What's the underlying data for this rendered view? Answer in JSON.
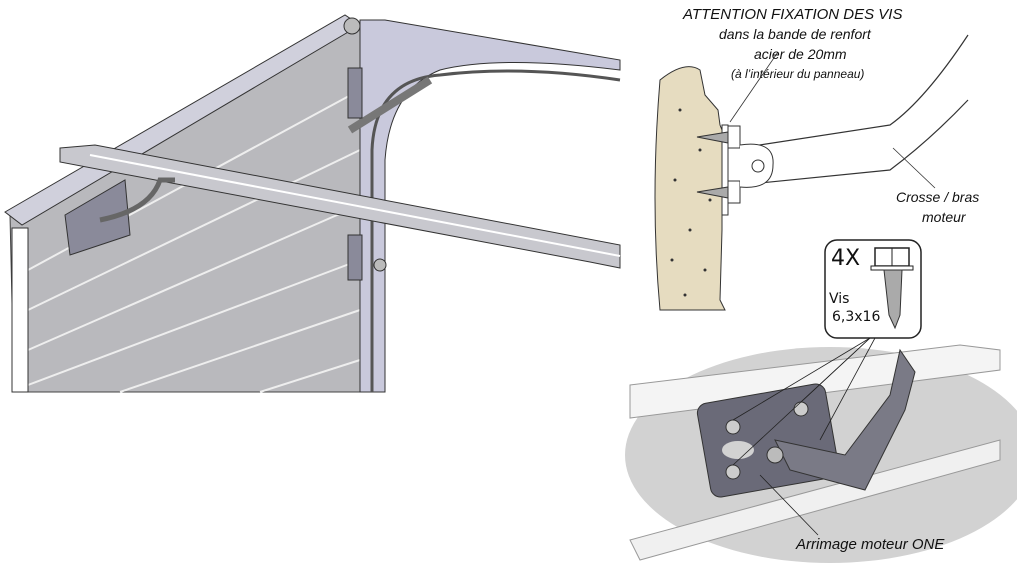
{
  "annotations": {
    "warning_title": "ATTENTION FIXATION DES VIS",
    "warning_line2": "dans la bande de renfort",
    "warning_line3": "acier de 20mm",
    "warning_line4": "(à l’intérieur  du panneau)",
    "arm_label_line1": "Crosse / bras",
    "arm_label_line2": "moteur",
    "bracket_label": "Arrimage moteur ONE"
  },
  "screw_box": {
    "quantity": "4X",
    "label": "Vis",
    "size": "6,3x16"
  },
  "colors": {
    "panel": "#b9b9bd",
    "frame": "#c9c9dc",
    "foam": "#e6dcc0",
    "bracket": "#6a6a78",
    "background_ellipse": "#d2d2d2"
  }
}
